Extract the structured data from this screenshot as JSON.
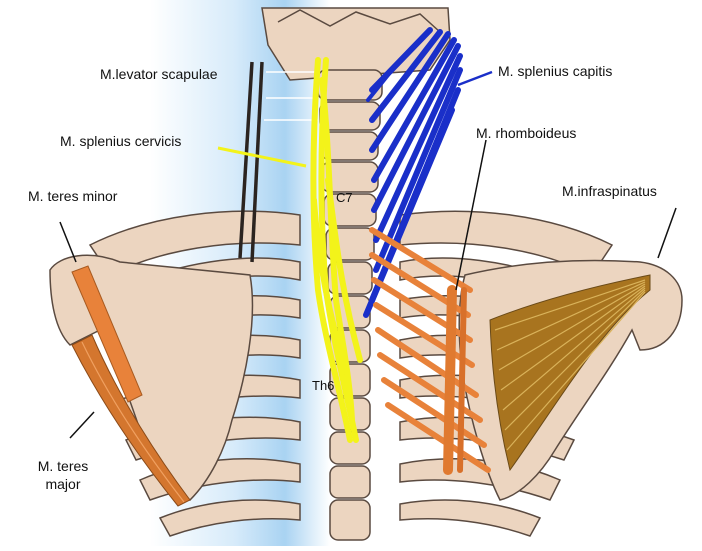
{
  "labels": {
    "levator_scapulae": "M.levator scapulae",
    "splenius_capitis": "M. splenius capitis",
    "splenius_cervicis": "M. splenius cervicis",
    "rhomboideus": "M. rhomboideus",
    "teres_minor": "M. teres minor",
    "infraspinatus": "M.infraspinatus",
    "c7": "C7",
    "th6": "Th6",
    "teres_major_line1": "M. teres",
    "teres_major_line2": "major"
  },
  "colors": {
    "background_blue": "#a9d3f2",
    "bone": "#ecd5c0",
    "bone_outline": "#5a4a40",
    "levator_scapulae": "#2b2420",
    "splenius_capitis": "#1a2fc9",
    "splenius_cervicis": "#f3f31a",
    "rhomboideus": "#e8823a",
    "teres": "#d4762e",
    "infraspinatus": "#a8741f",
    "pointer_line": "#111111"
  }
}
